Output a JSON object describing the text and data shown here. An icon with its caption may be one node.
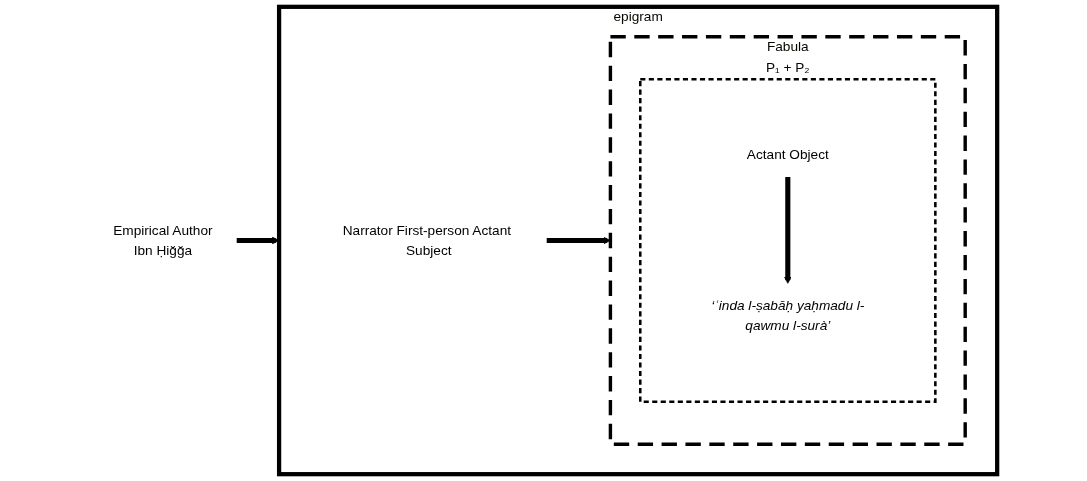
{
  "diagram": {
    "nodes": [
      {
        "text": [
          "Empirical Author",
          "Ibn Ḥiğğa"
        ]
      },
      {
        "text": [
          "epigram"
        ]
      },
      {
        "text": [
          "Narrator First-person Actant Subject"
        ],
        "in": 1
      },
      {
        "text": [
          "Fabula",
          "P₁ + P₂"
        ],
        "in": 1
      },
      {
        "text": [],
        "shape": "box",
        "in": 3
      },
      {
        "text": [
          "Actant Object"
        ],
        "in": 4
      },
      {
        "text": [
          "‘ʿinda l-ṣabāḥ yaḥmadu l-qawmu l-surà’"
        ],
        "in": 4
      }
    ],
    "edges": [
      {
        "from": 0,
        "to": 1,
        "arrow": "to"
      },
      {
        "from": 2,
        "to": 3,
        "arrow": "to"
      },
      {
        "from": 5,
        "to": 6,
        "arrow": "to"
      }
    ]
  }
}
